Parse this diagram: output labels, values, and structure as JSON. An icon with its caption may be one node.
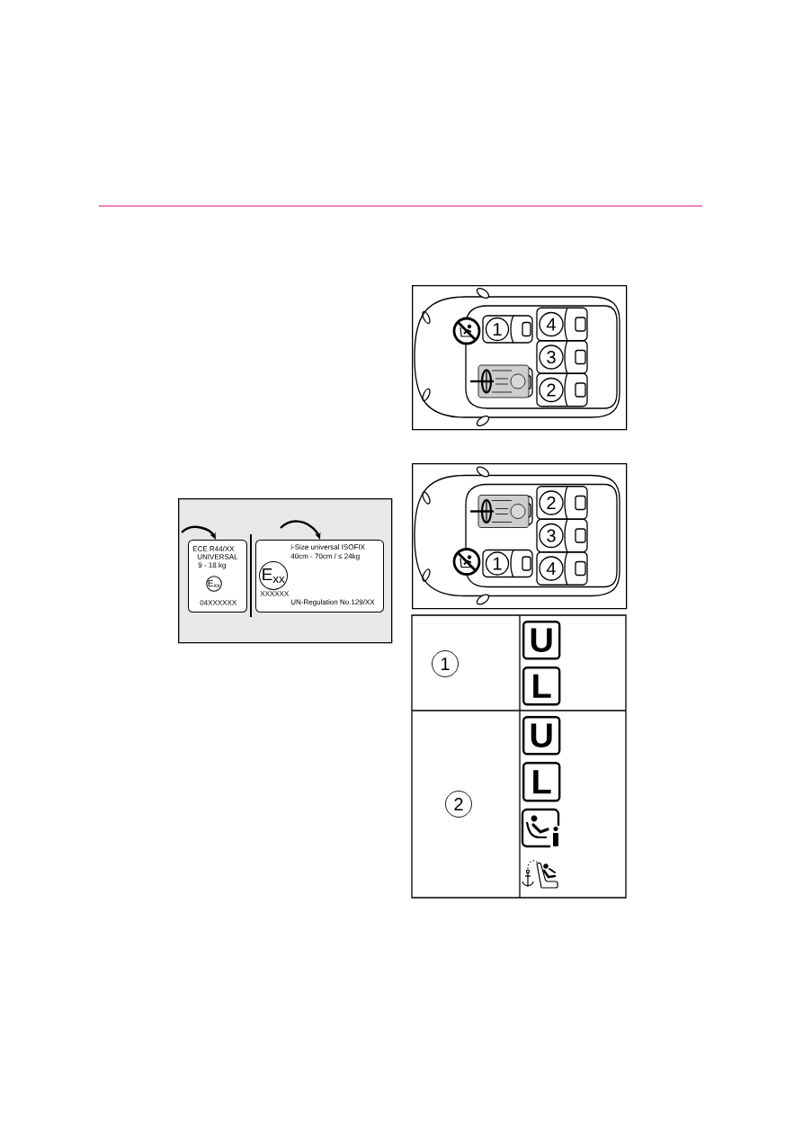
{
  "diagram": {
    "nodes": [
      {
        "text": [],
        "shape": "box"
      },
      {
        "text": [
          "ECE R44/XX",
          "UNIVERSAL",
          "9 - 18 kg",
          "04XXXXXX"
        ],
        "in": 0
      },
      {
        "text": [
          "E$_{xx}$"
        ],
        "in": 1
      },
      {
        "text": [
          "i-Size universal ISOFIX",
          "40cm - 70cm / ≤ 24kg",
          "XXXXXX",
          "UN-Regulation No.129/XX"
        ],
        "in": 0
      },
      {
        "text": [
          "E$_{xx}$"
        ],
        "in": 3
      },
      {
        "text": [],
        "shape": "box"
      },
      {
        "text": [
          "1"
        ],
        "in": 5
      },
      {
        "text": [
          "4"
        ],
        "in": 5
      },
      {
        "text": [
          "3"
        ],
        "in": 5
      },
      {
        "text": [
          "2"
        ],
        "in": 5
      },
      {
        "text": [],
        "shape": "box"
      },
      {
        "text": [
          "2"
        ],
        "in": 10
      },
      {
        "text": [
          "3"
        ],
        "in": 10
      },
      {
        "text": [
          "1"
        ],
        "in": 10
      },
      {
        "text": [
          "4"
        ],
        "in": 10
      },
      {
        "text": [
          "1"
        ]
      },
      {
        "text": [
          "U"
        ]
      },
      {
        "text": [
          "L"
        ]
      },
      {
        "text": [
          "2"
        ]
      },
      {
        "text": [
          "U"
        ]
      },
      {
        "text": [
          "L"
        ]
      }
    ],
    "edges": [
      {
        "from": null,
        "to": 1,
        "arrow": "to"
      },
      {
        "from": null,
        "to": 3,
        "arrow": "to"
      }
    ]
  }
}
